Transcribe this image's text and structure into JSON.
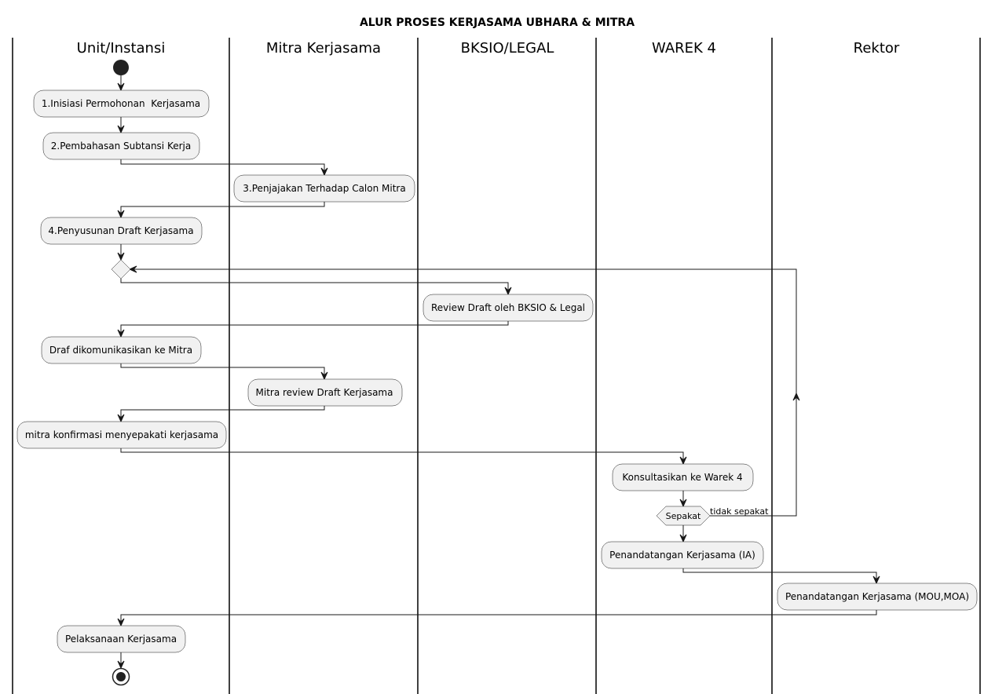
{
  "title": "ALUR PROSES KERJASAMA UBHARA & MITRA",
  "lanes": [
    {
      "name": "Unit/Instansi"
    },
    {
      "name": "Mitra Kerjasama"
    },
    {
      "name": "BKSIO/LEGAL"
    },
    {
      "name": "WAREK 4"
    },
    {
      "name": "Rektor"
    }
  ],
  "activities": [
    {
      "id": "a1",
      "label": "1.Inisiasi Permohonan  Kerjasama",
      "lane": "Unit/Instansi"
    },
    {
      "id": "a2",
      "label": "2.Pembahasan Subtansi Kerja",
      "lane": "Unit/Instansi"
    },
    {
      "id": "a3",
      "label": "3.Penjajakan Terhadap Calon Mitra",
      "lane": "Mitra Kerjasama"
    },
    {
      "id": "a4",
      "label": "4.Penyusunan Draft Kerjasama",
      "lane": "Unit/Instansi"
    },
    {
      "id": "a5",
      "label": "Review Draft oleh BKSIO & Legal",
      "lane": "BKSIO/LEGAL"
    },
    {
      "id": "a6",
      "label": "Draf dikomunikasikan ke Mitra",
      "lane": "Unit/Instansi"
    },
    {
      "id": "a7",
      "label": "Mitra review Draft Kerjasama",
      "lane": "Mitra Kerjasama"
    },
    {
      "id": "a8",
      "label": "mitra konfirmasi menyepakati kerjasama",
      "lane": "Unit/Instansi"
    },
    {
      "id": "a9",
      "label": "Konsultasikan ke Warek 4",
      "lane": "WAREK 4"
    },
    {
      "id": "a10",
      "label": "Penandatangan Kerjasama (IA)",
      "lane": "WAREK 4"
    },
    {
      "id": "a11",
      "label": "Penandatangan Kerjasama (MOU,MOA)",
      "lane": "Rektor"
    },
    {
      "id": "a12",
      "label": "Pelaksanaan Kerjasama",
      "lane": "Unit/Instansi"
    }
  ],
  "decision": {
    "label": "Sepakat",
    "no_branch": "tidak sepakat"
  }
}
